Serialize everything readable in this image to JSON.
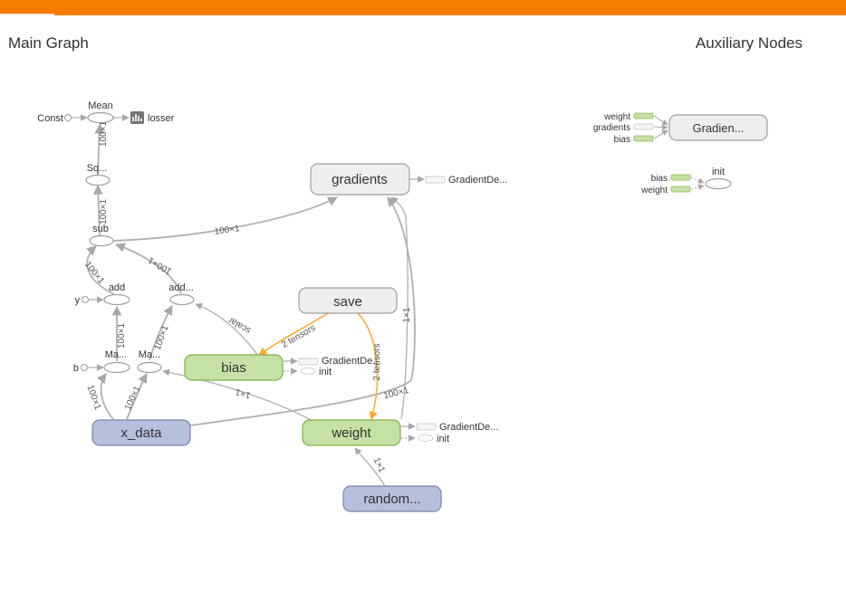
{
  "header": {
    "accent_color": "#f57c00"
  },
  "main_graph": {
    "title": "Main Graph",
    "nodes": {
      "const": "Const",
      "mean": "Mean",
      "losser": "losser",
      "sq": "Sq...",
      "sub": "sub",
      "y": "y",
      "add": "add",
      "add2": "add...",
      "b": "b",
      "ma1": "Ma...",
      "ma2": "Ma...",
      "gradients": "gradients",
      "gradients_ref": "GradientDe...",
      "save": "save",
      "bias": "bias",
      "bias_grad_ref": "GradientDe...",
      "bias_init": "init",
      "weight": "weight",
      "weight_grad_ref": "GradientDe...",
      "weight_init": "init",
      "x_data": "x_data",
      "random": "random..."
    },
    "edge_labels": {
      "mean_sq": "100×1",
      "sq_sub": "100×1",
      "sub_gradients": "100×1",
      "add_sub": "100×1",
      "add2_sub": "100×1",
      "bias_add2": "scalar",
      "ma1_add": "100×1",
      "ma2_add2": "100×1",
      "xdata_ma1": "100×1",
      "xdata_ma2": "100×1",
      "weight_ma2": "1×1",
      "save_bias": "2 tensors",
      "save_weight": "2 tensors",
      "gradients_right": "1×1",
      "xdata_gradients": "100×1",
      "random_weight": "1×1"
    },
    "colors": {
      "op_fill": "#ffffff",
      "op_stroke": "#9e9e9e",
      "meta_fill": "#eeeeee",
      "variable_fill": "#c5e1a5",
      "variable_stroke": "#7cb342",
      "input_fill": "#b4c0dc",
      "input_stroke": "#7986a8",
      "edge": "#b0b0b0",
      "ref_edge": "#ffb74d"
    }
  },
  "aux_nodes": {
    "title": "Auxiliary Nodes",
    "gradien_node": "Gradien...",
    "gradien_inputs": [
      "weight",
      "gradients",
      "bias"
    ],
    "init_node": "init",
    "init_inputs": [
      "bias",
      "weight"
    ]
  }
}
